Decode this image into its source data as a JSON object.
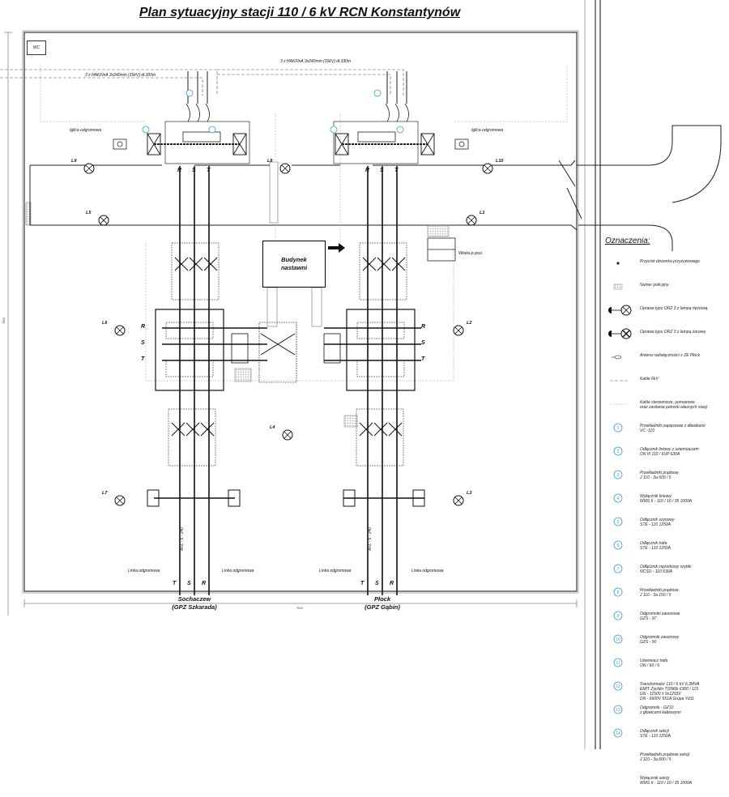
{
  "title": "Plan sytuacyjny stacji 110 / 6 kV RCN Konstantynów",
  "wc_label": "WC",
  "building": "Budynek\nnastawni",
  "shed": "Wiata p.poz.",
  "cable_top": "3 x HAKFlnA 3x240mm (15kV) dł.330m",
  "cable_second": "3 x HAKFlnA 3x240mm (15kV) dł.300m",
  "lightning_rod": "Iglica odgromowa",
  "shield_line": "Linka odgromowa",
  "afl_label": "AFL - 6 - 240",
  "dim_width": "70.0",
  "dim_height": "76.0",
  "lamps": [
    "L9",
    "L8",
    "L10",
    "L5",
    "L1",
    "L6",
    "L2",
    "L4",
    "L7",
    "L3"
  ],
  "phases": [
    "R",
    "S",
    "T"
  ],
  "destinations": [
    {
      "name": "Sochaczew",
      "sub": "(GPZ Szkarada)"
    },
    {
      "name": "Płock",
      "sub": "(GPZ Gąbin)"
    }
  ],
  "legend": {
    "title": "Oznaczenia:",
    "items": [
      {
        "sym": "bell",
        "text": "Przycisk dzwonka przyzywowego"
      },
      {
        "sym": "plate",
        "text": "Numer policyjny"
      },
      {
        "sym": "lamp-rtec",
        "text": "Oprawa typu ORZ 3 z lampą rtęciową"
      },
      {
        "sym": "lamp-zar",
        "text": "Oprawa typu ORZ 3 z lampą żarową"
      },
      {
        "sym": "antenna",
        "text": "Antena radiołączności z ZE Płock"
      },
      {
        "sym": "dash",
        "text": "Kable 6kV"
      },
      {
        "sym": "fine",
        "text": "Kable sterownicze, pomiarowe\noraz zasilania potrzeb własnych stacji"
      },
      {
        "sym": "1",
        "text": "Przekładniki napięciowe z dławikami\nVC -110"
      },
      {
        "sym": "2",
        "text": "Odłącznik liniowy z uziemiaczem\nON III 110 / 6UP 630A"
      },
      {
        "sym": "3",
        "text": "Przekładniki prądowe\nJ 110 - 3a 600 / 5"
      },
      {
        "sym": "4",
        "text": "Wyłącznik liniowy\nWMS II - 110 / 10 / 35 1000A"
      },
      {
        "sym": "5",
        "text": "Odłącznik szynowy\nSTE - 110 1250A"
      },
      {
        "sym": "6",
        "text": "Odłącznik trafa\nSTE - 110 1250A"
      },
      {
        "sym": "7",
        "text": "Odłącznik ciężarkowy szybki\nNCSO - 110 630A"
      },
      {
        "sym": "8",
        "text": "Przekładniki prądowe\nJ 110 - 3a 150 / 5"
      },
      {
        "sym": "9",
        "text": "Odgromniki zaworowe\nGZS - 97"
      },
      {
        "sym": "10",
        "text": "Odgromnik zaworowy\nGZS - 50"
      },
      {
        "sym": "11",
        "text": "Uziemiacz trafa\nON / 60 / 6"
      },
      {
        "sym": "12",
        "text": "Transformator 110 / 6 kV 6,3MVA\nEMIT Żychlin TONRb 6300 / 115\nGN - 11500 ± 9x1293V\nDN - 6600V 551A Grupa Yd11"
      },
      {
        "sym": "13",
        "text": "Odgromnik - GZ10\nz głowicami kablowymi"
      },
      {
        "sym": "14",
        "text": "Odłącznik sekcji\nSTE - 110 1250A"
      },
      {
        "sym": "15",
        "text": "Przekładniki prądowe sekcji\nJ 110 - 3a 600 / 5"
      },
      {
        "sym": "16",
        "text": "Wyłącznik sekcji\nWMS II - 110 / 10 / 35 1000A"
      }
    ]
  }
}
